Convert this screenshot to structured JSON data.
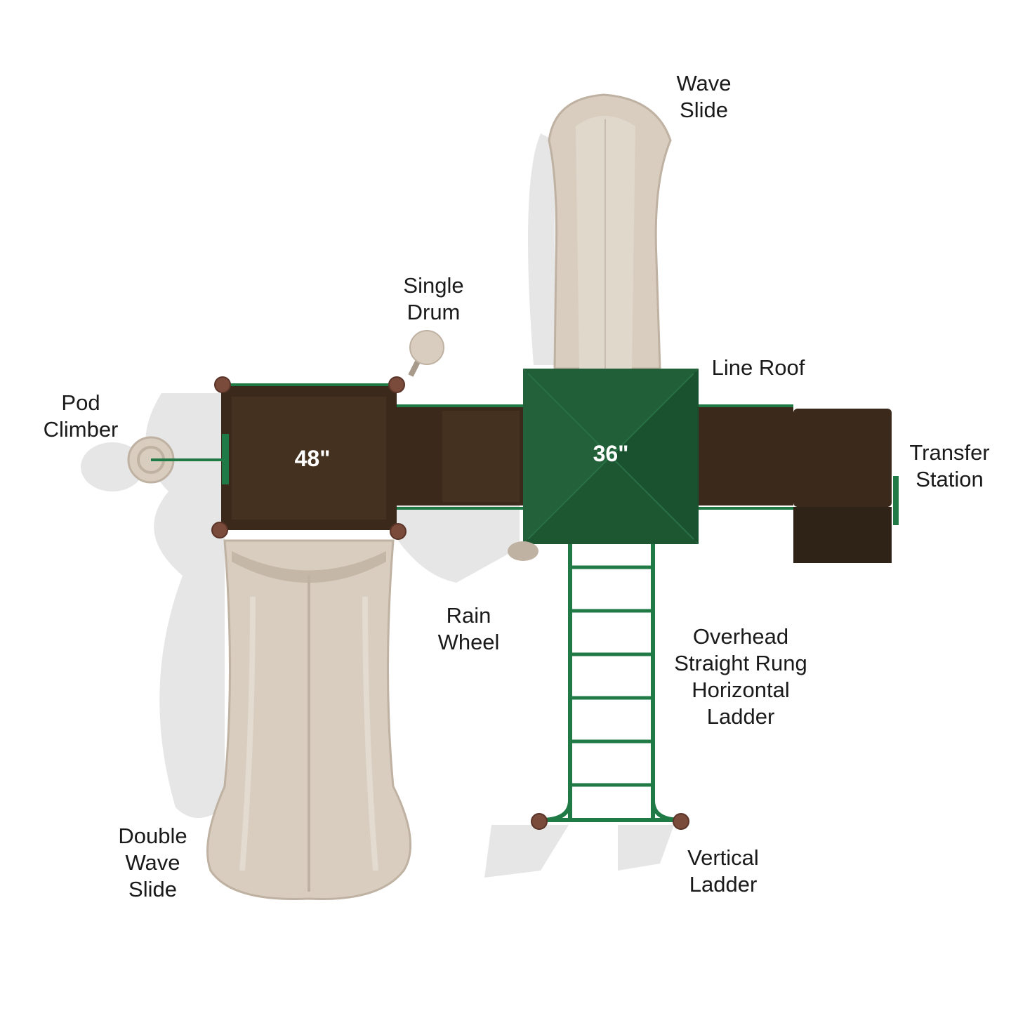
{
  "colors": {
    "deck_brown": "#3b2a1c",
    "deck_brown_light": "#4a3624",
    "rail_green": "#1f7a45",
    "roof_green": "#1d5a34",
    "roof_green_light": "#2a7045",
    "slide_tan": "#d8cdbf",
    "slide_tan_dark": "#bfb2a2",
    "post_cap": "#7a4a3a",
    "shadow": "#e3e3e3"
  },
  "labels": {
    "wave_slide": [
      "Wave",
      "Slide"
    ],
    "single_drum": [
      "Single",
      "Drum"
    ],
    "line_roof": [
      "Line Roof"
    ],
    "pod_climber": [
      "Pod",
      "Climber"
    ],
    "transfer_station": [
      "Transfer",
      "Station"
    ],
    "rain_wheel": [
      "Rain",
      "Wheel"
    ],
    "overhead_ladder": [
      "Overhead",
      "Straight Rung",
      "Horizontal",
      "Ladder"
    ],
    "double_wave_slide": [
      "Double",
      "Wave",
      "Slide"
    ],
    "vertical_ladder": [
      "Vertical",
      "Ladder"
    ]
  },
  "heights": {
    "left_deck": "48\"",
    "roof_deck": "36\""
  }
}
